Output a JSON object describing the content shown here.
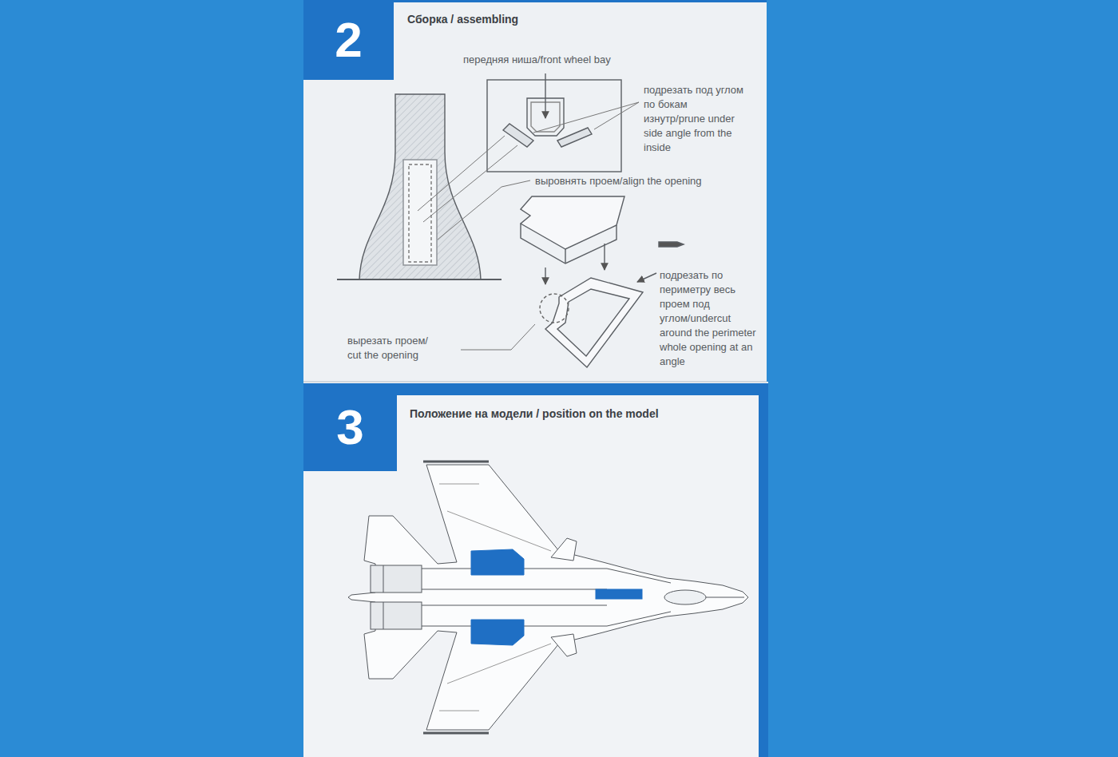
{
  "diagram": {
    "nodes": [
      {
        "text": [
          "2",
          "Сборка / assembling"
        ]
      },
      {
        "text": [
          "3",
          "Положение на модели / position on the model"
        ]
      }
    ],
    "labels": [
      "передняя ниша/front wheel bay",
      "подрезать под углом по бокам изнутр/prune under side angle from the inside",
      "выровнять проем/align the opening",
      "подрезать по периметру весь проем под углом/undercut around the perimeter whole opening at an angle",
      "вырезать проем/ cut the opening"
    ]
  }
}
